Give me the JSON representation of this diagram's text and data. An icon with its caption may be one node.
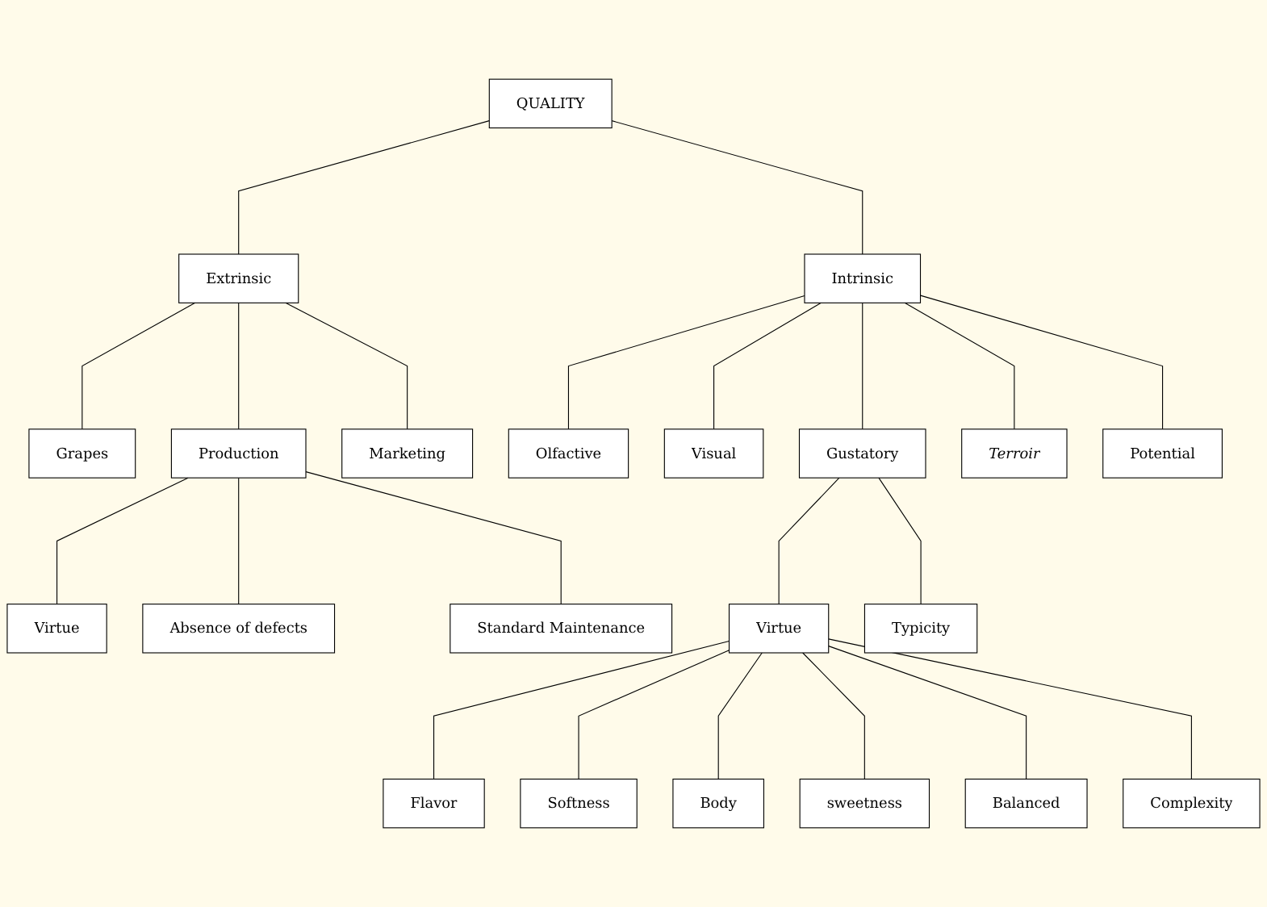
{
  "diagram": {
    "nodes": [
      {
        "text": [
          "QUALITY"
        ]
      },
      {
        "text": [
          "Extrinsic"
        ]
      },
      {
        "text": [
          "Intrinsic"
        ]
      },
      {
        "text": [
          "Grapes"
        ]
      },
      {
        "text": [
          "Production"
        ]
      },
      {
        "text": [
          "Marketing"
        ]
      },
      {
        "text": [
          "Virtue"
        ]
      },
      {
        "text": [
          "Absence of defects"
        ]
      },
      {
        "text": [
          "Standard Maintenance"
        ]
      },
      {
        "text": [
          "Olfactive"
        ]
      },
      {
        "text": [
          "Visual"
        ]
      },
      {
        "text": [
          "Gustatory"
        ]
      },
      {
        "text": [
          "Terroir"
        ]
      },
      {
        "text": [
          "Potential"
        ]
      },
      {
        "text": [
          "Virtue"
        ]
      },
      {
        "text": [
          "Typicity"
        ]
      },
      {
        "text": [
          "Flavor"
        ]
      },
      {
        "text": [
          "Softness"
        ]
      },
      {
        "text": [
          "Body"
        ]
      },
      {
        "text": [
          "sweetness"
        ]
      },
      {
        "text": [
          "Balanced"
        ]
      },
      {
        "text": [
          "Complexity"
        ]
      }
    ],
    "edges": [
      {
        "from": 0,
        "to": 1,
        "arrow": "none"
      },
      {
        "from": 0,
        "to": 2,
        "arrow": "none"
      },
      {
        "from": 1,
        "to": 3,
        "arrow": "none"
      },
      {
        "from": 1,
        "to": 4,
        "arrow": "none"
      },
      {
        "from": 1,
        "to": 5,
        "arrow": "none"
      },
      {
        "from": 4,
        "to": 6,
        "arrow": "none"
      },
      {
        "from": 4,
        "to": 7,
        "arrow": "none"
      },
      {
        "from": 4,
        "to": 8,
        "arrow": "none"
      },
      {
        "from": 2,
        "to": 9,
        "arrow": "none"
      },
      {
        "from": 2,
        "to": 10,
        "arrow": "none"
      },
      {
        "from": 2,
        "to": 11,
        "arrow": "none"
      },
      {
        "from": 2,
        "to": 12,
        "arrow": "none"
      },
      {
        "from": 2,
        "to": 13,
        "arrow": "none"
      },
      {
        "from": 11,
        "to": 14,
        "arrow": "none"
      },
      {
        "from": 11,
        "to": 15,
        "arrow": "none"
      },
      {
        "from": 14,
        "to": 16,
        "arrow": "none"
      },
      {
        "from": 14,
        "to": 17,
        "arrow": "none"
      },
      {
        "from": 14,
        "to": 18,
        "arrow": "none"
      },
      {
        "from": 14,
        "to": 19,
        "arrow": "none"
      },
      {
        "from": 14,
        "to": 20,
        "arrow": "none"
      },
      {
        "from": 14,
        "to": 21,
        "arrow": "none"
      }
    ]
  }
}
